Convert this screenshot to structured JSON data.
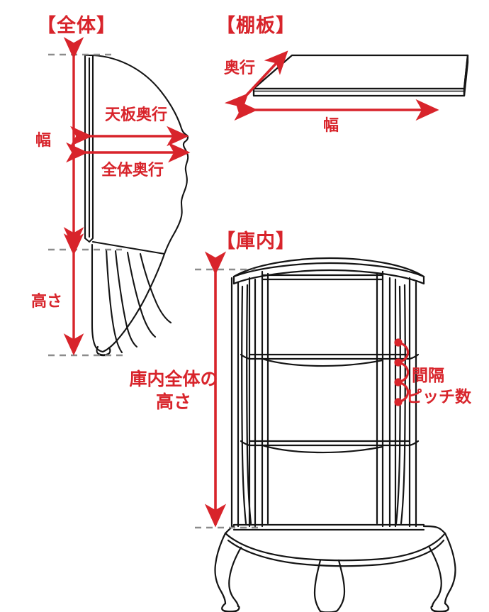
{
  "diagram": {
    "palette": {
      "red": "#d8242b",
      "line": "#141414",
      "dash": "#8c8c8c",
      "background": "#ffffff"
    },
    "sections": [
      {
        "id": "overall",
        "title": "【全体】"
      },
      {
        "id": "shelf",
        "title": "【棚板】"
      },
      {
        "id": "interior",
        "title": "【庫内】"
      }
    ],
    "overall": {
      "title": "【全体】",
      "labels": {
        "width": "幅",
        "top_board_depth": "天板奥行",
        "overall_depth": "全体奥行",
        "height": "高さ"
      }
    },
    "shelf": {
      "title": "【棚板】",
      "labels": {
        "depth": "奥行",
        "width": "幅"
      }
    },
    "interior": {
      "title": "【庫内】",
      "labels": {
        "interior_height_line1": "庫内全体の",
        "interior_height_line2": "高さ",
        "pitch_interval": "間隔",
        "pitch_count": "ピッチ数"
      },
      "pitch_dots": 4,
      "pitch_arcs": 3
    }
  }
}
